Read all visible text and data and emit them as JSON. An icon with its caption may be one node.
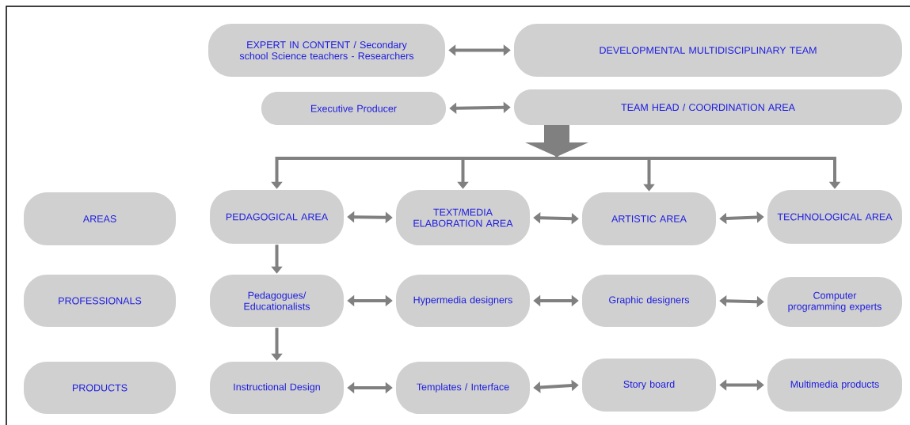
{
  "diagram": {
    "nodes": [
      {
        "text": [
          "EXPERT IN CONTENT  /  Secondary school Science teachers - Researchers"
        ]
      },
      {
        "text": [
          "DEVELOPMENTAL MULTIDISCIPLINARY TEAM"
        ]
      },
      {
        "text": [
          "Executive Producer"
        ]
      },
      {
        "text": [
          "TEAM HEAD / COORDINATION AREA"
        ]
      },
      {
        "text": [
          "AREAS"
        ]
      },
      {
        "text": [
          "PEDAGOGICAL AREA"
        ]
      },
      {
        "text": [
          "TEXT/MEDIA ELABORATION AREA"
        ]
      },
      {
        "text": [
          "ARTISTIC AREA"
        ]
      },
      {
        "text": [
          "TECHNOLOGICAL AREA"
        ]
      },
      {
        "text": [
          "PROFESSIONALS"
        ]
      },
      {
        "text": [
          "Pedagogues/ Educationalists"
        ]
      },
      {
        "text": [
          "Hypermedia designers"
        ]
      },
      {
        "text": [
          "Graphic designers"
        ]
      },
      {
        "text": [
          "Computer programming experts"
        ]
      },
      {
        "text": [
          "PRODUCTS"
        ]
      },
      {
        "text": [
          "Instructional Design"
        ]
      },
      {
        "text": [
          "Templates / Interface"
        ]
      },
      {
        "text": [
          "Story board"
        ]
      },
      {
        "text": [
          "Multimedia products"
        ]
      }
    ],
    "edges": [
      {
        "from": 0,
        "to": 1,
        "arrow": "both"
      },
      {
        "from": 2,
        "to": 3,
        "arrow": "both"
      },
      {
        "from": 3,
        "to": 5,
        "arrow": "to"
      },
      {
        "from": 3,
        "to": 6,
        "arrow": "to"
      },
      {
        "from": 3,
        "to": 7,
        "arrow": "to"
      },
      {
        "from": 3,
        "to": 8,
        "arrow": "to"
      },
      {
        "from": 5,
        "to": 6,
        "arrow": "both"
      },
      {
        "from": 6,
        "to": 7,
        "arrow": "both"
      },
      {
        "from": 7,
        "to": 8,
        "arrow": "both"
      },
      {
        "from": 5,
        "to": 10,
        "arrow": "to"
      },
      {
        "from": 10,
        "to": 11,
        "arrow": "both"
      },
      {
        "from": 11,
        "to": 12,
        "arrow": "both"
      },
      {
        "from": 12,
        "to": 13,
        "arrow": "both"
      },
      {
        "from": 10,
        "to": 15,
        "arrow": "to"
      },
      {
        "from": 15,
        "to": 16,
        "arrow": "both"
      },
      {
        "from": 16,
        "to": 17,
        "arrow": "both"
      },
      {
        "from": 17,
        "to": 18,
        "arrow": "both"
      }
    ]
  }
}
